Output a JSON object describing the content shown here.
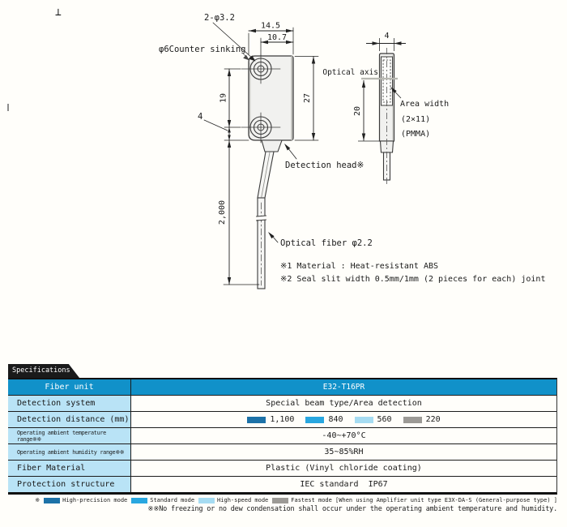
{
  "page": {
    "corner_mark": "⊥"
  },
  "drawing": {
    "front_view": {
      "label_holes": "2-φ3.2",
      "label_counter_sink": "φ6Counter sinking",
      "dim_width": "14.5",
      "dim_hole_offset": "10.7",
      "dim_hole_spacing": "19",
      "dim_hole_to_bottom": "4",
      "dim_height": "27",
      "dim_fiber_length": "2,000",
      "label_detection_head": "Detection head※",
      "label_optical_fiber": "Optical fiber φ2.2"
    },
    "side_view": {
      "dim_thickness": "4",
      "label_optical_axis": "Optical axis",
      "dim_area_height": "20",
      "label_area_width_line1": "Area width",
      "label_area_width_line2": "(2×11)",
      "label_area_width_line3": "(PMMA)"
    },
    "notes": {
      "note1": "※1 Material : Heat-resistant ABS",
      "note2": "※2 Seal slit width 0.5mm/1mm (2 pieces for each) joint"
    }
  },
  "specifications": {
    "tab_label": "Specifications",
    "rows": [
      {
        "label": "Fiber unit",
        "value": "E32-T16PR"
      },
      {
        "label": "Detection system",
        "value": "Special beam type/Area detection"
      },
      {
        "label": "Detection distance (mm)",
        "bars": [
          {
            "value": "1,100",
            "color": "#1d72a8"
          },
          {
            "value": "840",
            "color": "#29a7e0"
          },
          {
            "value": "560",
            "color": "#a6dcf2"
          },
          {
            "value": "220",
            "color": "#9c9a96"
          }
        ]
      },
      {
        "label": "Operating ambient temperature range※※",
        "value": "-40~+70°C"
      },
      {
        "label": "Operating ambient humidity range※※",
        "value": "35~85%RH"
      },
      {
        "label": "Fiber Material",
        "value": "Plastic (Vinyl chloride coating)"
      },
      {
        "label": "Protection structure",
        "value": "IEC standard  IP67"
      }
    ],
    "legend": {
      "marker": "※",
      "items": [
        {
          "color": "#1d72a8",
          "label": "High-precision mode"
        },
        {
          "color": "#29a7e0",
          "label": "Standard mode"
        },
        {
          "color": "#a6dcf2",
          "label": "High-speed mode"
        },
        {
          "color": "#9c9a96",
          "label": "Fastest mode [When using Amplifier unit type E3X-DA-S (General-purpose type) ]"
        }
      ]
    },
    "footnote": "※※No freezing or no dew condensation shall occur under the operating ambient temperature and humidity."
  },
  "colors": {
    "table_header_bg": "#1191c9",
    "table_label_bg": "#b9e3f6",
    "tab_bg": "#1a1a1a"
  }
}
